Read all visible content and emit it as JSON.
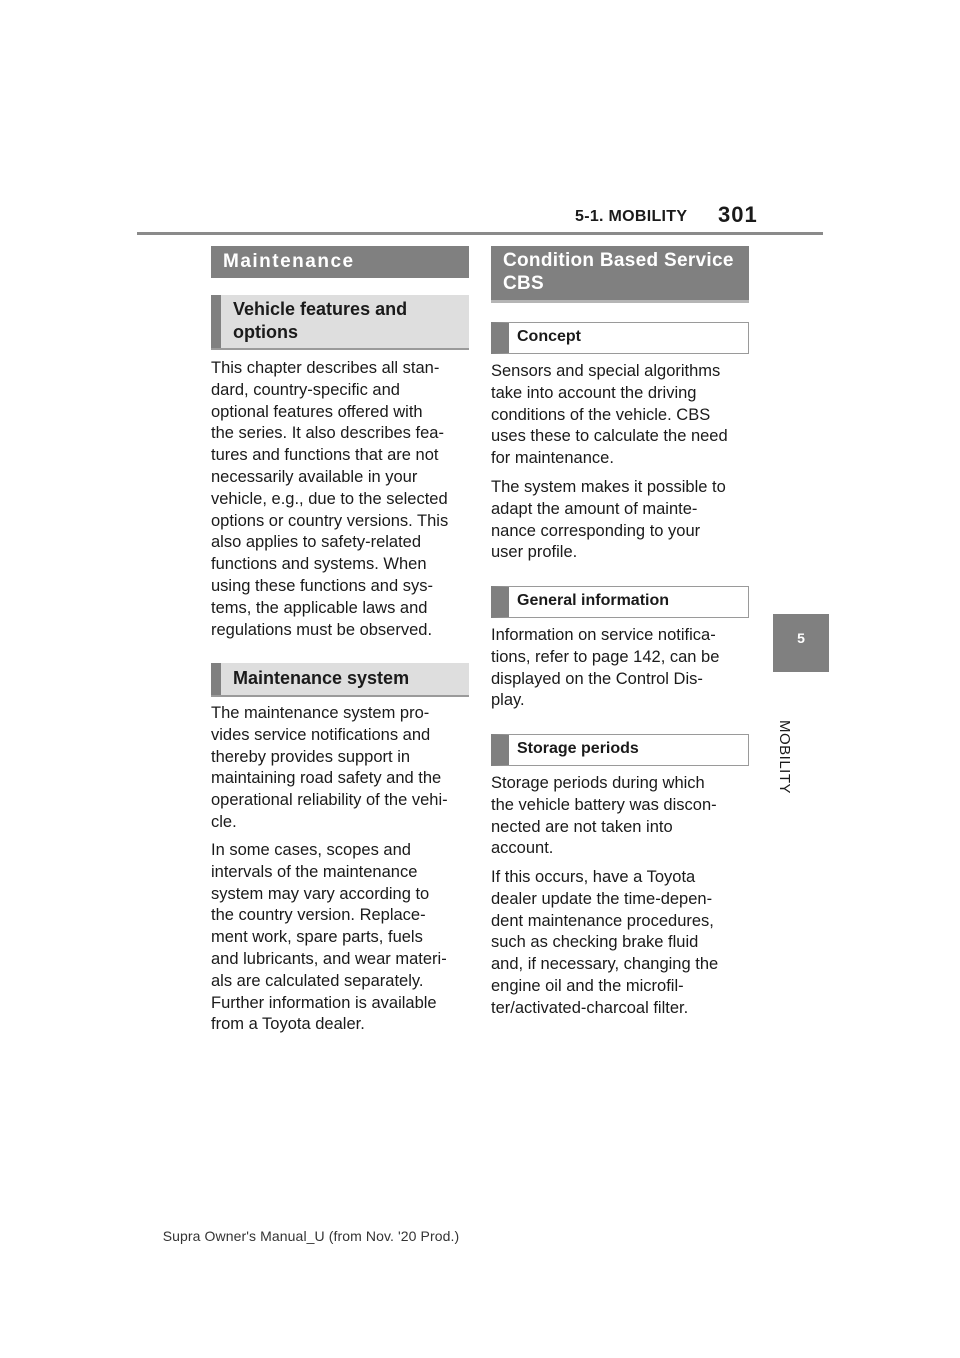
{
  "header": {
    "section": "5-1. MOBILITY",
    "page_number": "301"
  },
  "side_tab": {
    "number": "5",
    "label": "MOBILITY"
  },
  "left": {
    "maintenance_title": "Maintenance",
    "vehicle_features_title": [
      "Vehicle features and",
      "options"
    ],
    "vehicle_features_text": [
      "This chapter describes all stan-",
      "dard, country-specific and",
      "optional features offered with",
      "the series. It also describes fea-",
      "tures and functions that are not",
      "necessarily available in your",
      "vehicle, e.g., due to the selected",
      "options or country versions. This",
      "also applies to safety-related",
      "functions and systems. When",
      "using these functions and sys-",
      "tems, the applicable laws and",
      "regulations must be observed."
    ],
    "maintenance_system_title": "Maintenance system",
    "maintenance_system_text1": [
      "The maintenance system pro-",
      "vides service notifications and",
      "thereby provides support in",
      "maintaining road safety and the",
      "operational reliability of the vehi-",
      "cle."
    ],
    "maintenance_system_text2": [
      "In some cases, scopes and",
      "intervals of the maintenance",
      "system may vary according to",
      "the country version. Replace-",
      "ment work, spare parts, fuels",
      "and lubricants, and wear materi-",
      "als are calculated separately.",
      "Further information is available",
      "from a Toyota dealer."
    ]
  },
  "right": {
    "cbs_title": [
      "Condition Based Service",
      "CBS"
    ],
    "concept_title": "Concept",
    "concept_text1": [
      "Sensors and special algorithms",
      "take into account the driving",
      "conditions of the vehicle. CBS",
      "uses these to calculate the need",
      "for maintenance."
    ],
    "concept_text2": [
      "The system makes it possible to",
      "adapt the amount of mainte-",
      "nance corresponding to your",
      "user profile."
    ],
    "general_title": "General information",
    "general_text": [
      "Information on service notifica-",
      "tions, refer to page 142, can be",
      "displayed on the Control Dis-",
      "play."
    ],
    "storage_title": "Storage periods",
    "storage_text1": [
      "Storage periods during which",
      "the vehicle battery was discon-",
      "nected are not taken into",
      "account."
    ],
    "storage_text2": [
      "If this occurs, have a Toyota",
      "dealer update the time-depen-",
      "dent maintenance procedures,",
      "such as checking brake fluid",
      "and, if necessary, changing the",
      "engine oil and the microfil-",
      "ter/activated-charcoal filter."
    ]
  },
  "footer": {
    "text": "Supra Owner's Manual_U (from Nov. '20 Prod.)"
  }
}
